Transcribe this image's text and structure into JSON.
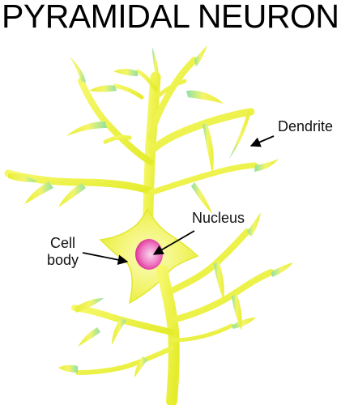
{
  "title": "PYRAMIDAL NEURON",
  "labels": {
    "dendrite": "Dendrite",
    "nucleus": "Nucleus",
    "cell_body_line1": "Cell",
    "cell_body_line2": "body"
  },
  "colors": {
    "branch_fill": "#eef23a",
    "branch_light": "#f8fa9a",
    "branch_tip": "#8fe0a8",
    "nucleus_center": "#f7c6ea",
    "nucleus_edge": "#e0268f",
    "arrow": "#000000",
    "text": "#000000"
  }
}
